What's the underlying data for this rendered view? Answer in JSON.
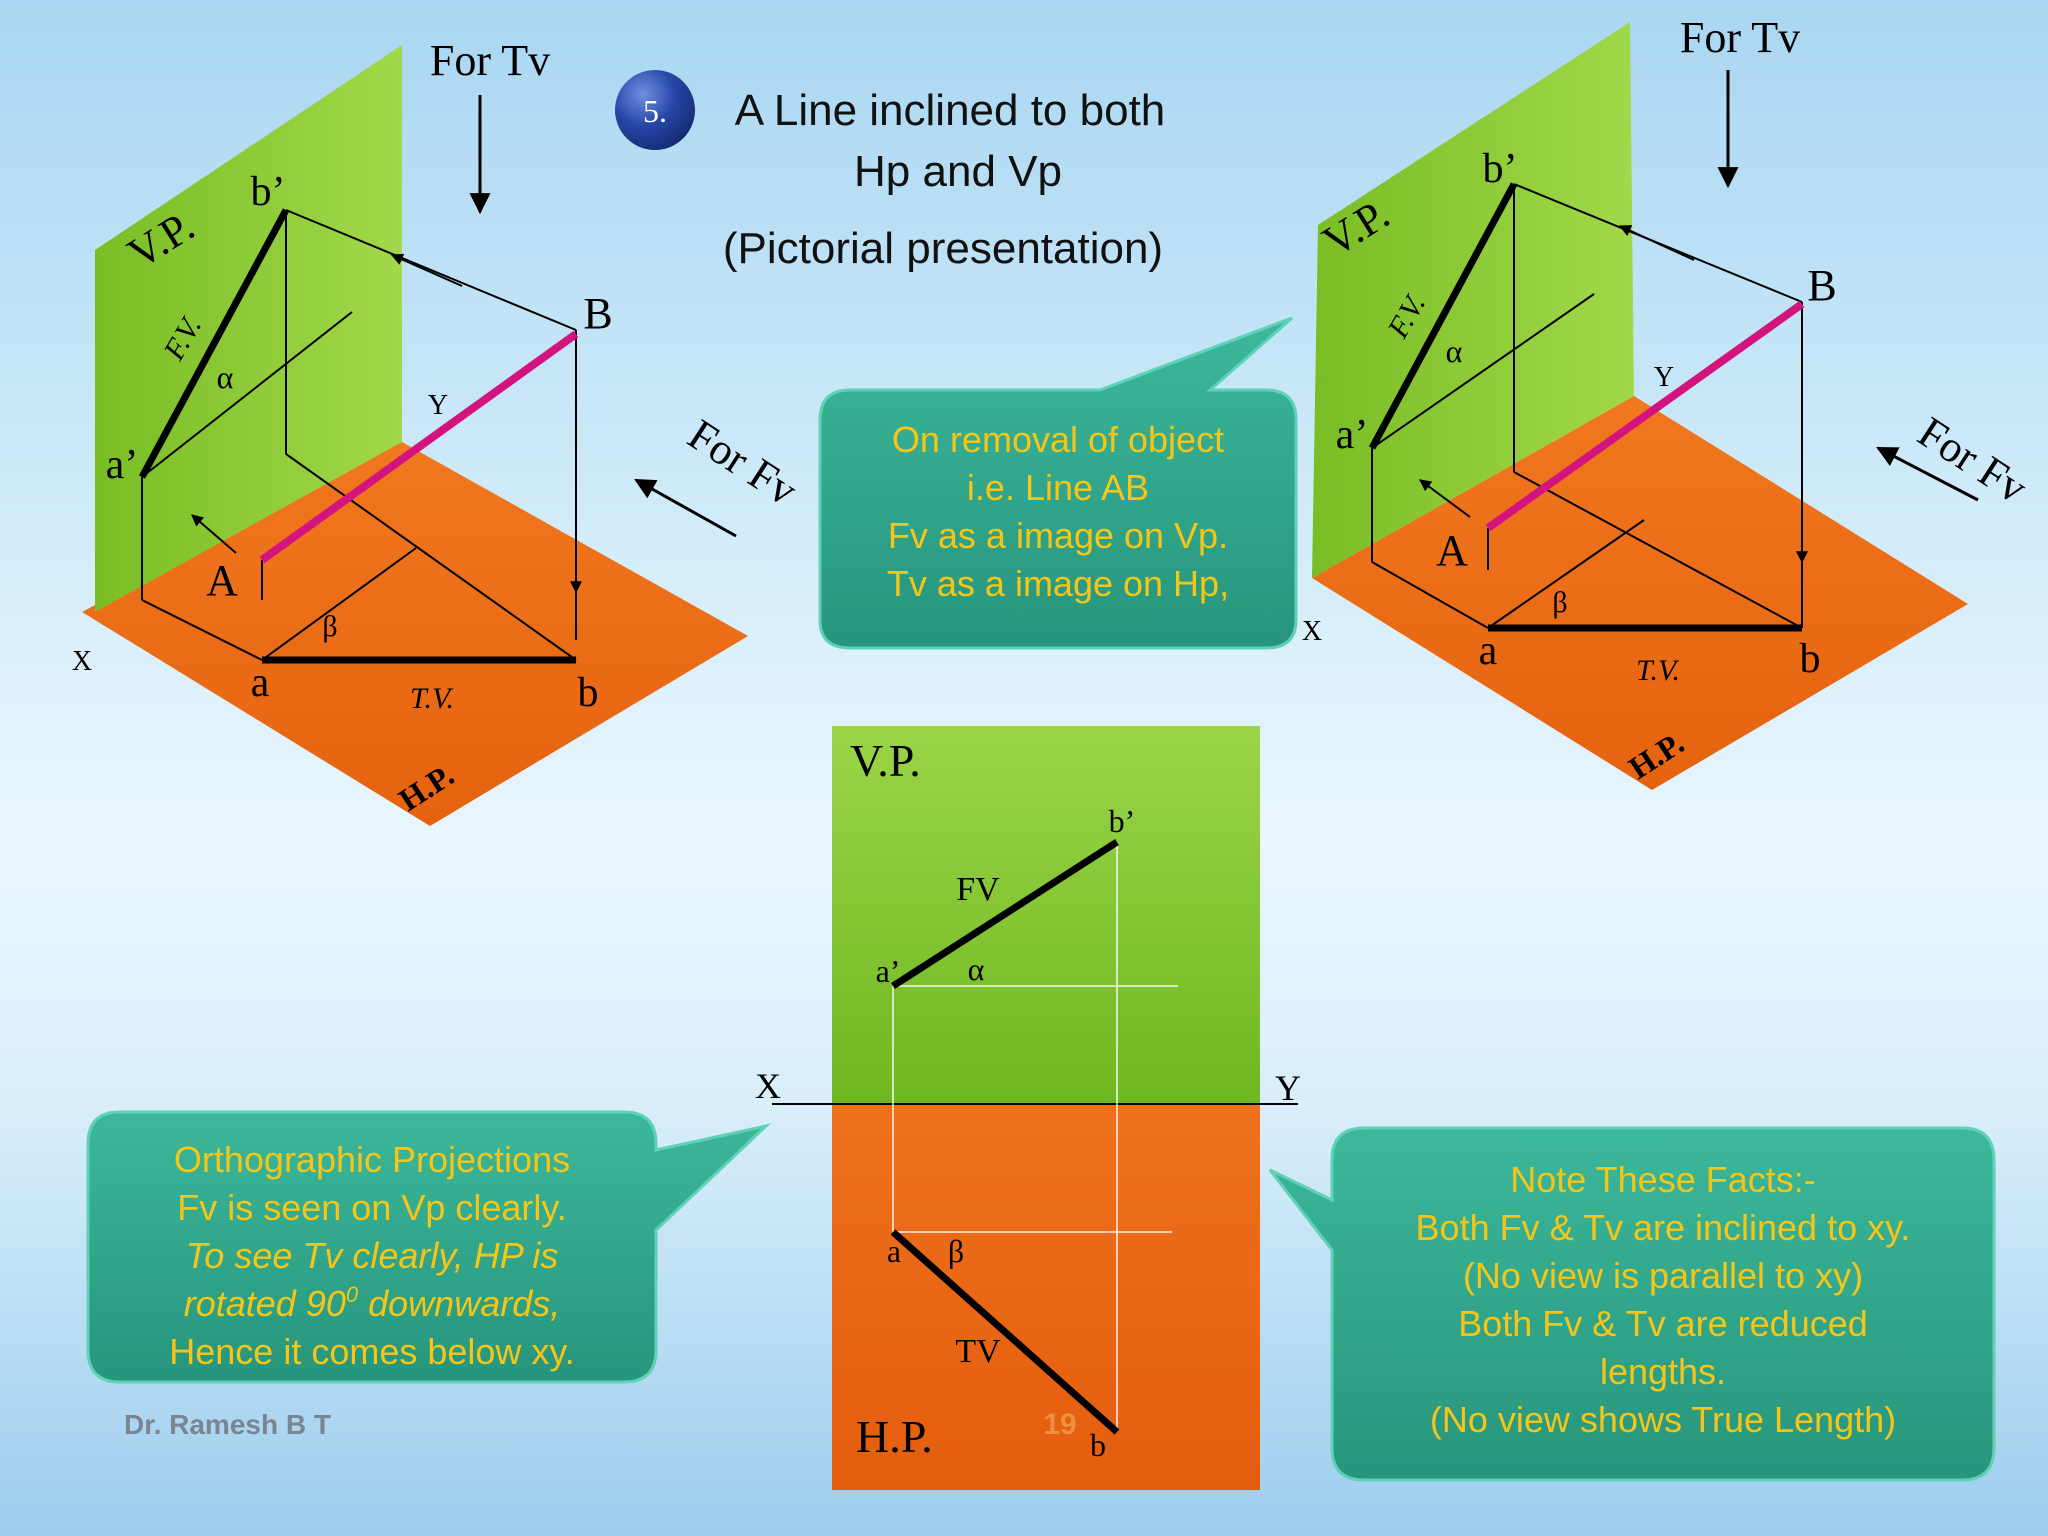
{
  "slide": {
    "number_badge": "5.",
    "title_line1": "A Line inclined to both",
    "title_line2": "Hp and Vp",
    "subtitle": "(Pictorial presentation)",
    "author": "Dr. Ramesh B T",
    "page_number": "19"
  },
  "left_pictorial": {
    "for_tv": "For Tv",
    "for_fv": "For Fv",
    "vp": "V.P.",
    "hp": "H.P.",
    "fv": "F.V.",
    "tv": "T.V.",
    "x": "X",
    "y": "Y",
    "point_a_upper": "A",
    "point_b_upper": "B",
    "point_a_prime": "a’",
    "point_b_prime": "b’",
    "point_a": "a",
    "point_b": "b",
    "alpha": "α",
    "beta": "β"
  },
  "right_pictorial": {
    "for_tv": "For Tv",
    "for_fv": "For Fv",
    "vp": "V.P.",
    "hp": "H.P.",
    "fv": "F.V.",
    "tv": "T.V.",
    "x": "X",
    "y": "Y",
    "point_a_upper": "A",
    "point_b_upper": "B",
    "point_a_prime": "a’",
    "point_b_prime": "b’",
    "point_a": "a",
    "point_b": "b",
    "alpha": "α",
    "beta": "β"
  },
  "callout_top": {
    "lines": [
      "On removal of object",
      "i.e. Line AB",
      "Fv as a image on Vp.",
      "Tv as a image on Hp,"
    ]
  },
  "callout_left": {
    "line1": "Orthographic Projections",
    "line2": "Fv is seen on Vp clearly.",
    "line3": "To see Tv clearly, HP is",
    "line4_pre": "rotated 90",
    "line4_sup": "0",
    "line4_post": " downwards,",
    "line5": "Hence it comes below xy."
  },
  "callout_right": {
    "lines": [
      "Note These Facts:-",
      "Both Fv & Tv are inclined to xy.",
      "(No view is parallel to xy)",
      "Both Fv & Tv are reduced",
      "lengths.",
      "(No view shows True Length)"
    ]
  },
  "orthographic": {
    "vp": "V.P.",
    "hp": "H.P.",
    "x": "X",
    "y": "Y",
    "fv": "FV",
    "tv": "TV",
    "a_prime": "a’",
    "b_prime": "b’",
    "a": "a",
    "b": "b",
    "alpha": "α",
    "beta": "β"
  },
  "colors": {
    "vp_green": "#86c531",
    "hp_orange": "#ee6f1a",
    "line_ab": "#d4147e",
    "callout_teal": "#2fa68a",
    "callout_text": "#f5c518",
    "badge_blue": "#1f3f9e"
  }
}
